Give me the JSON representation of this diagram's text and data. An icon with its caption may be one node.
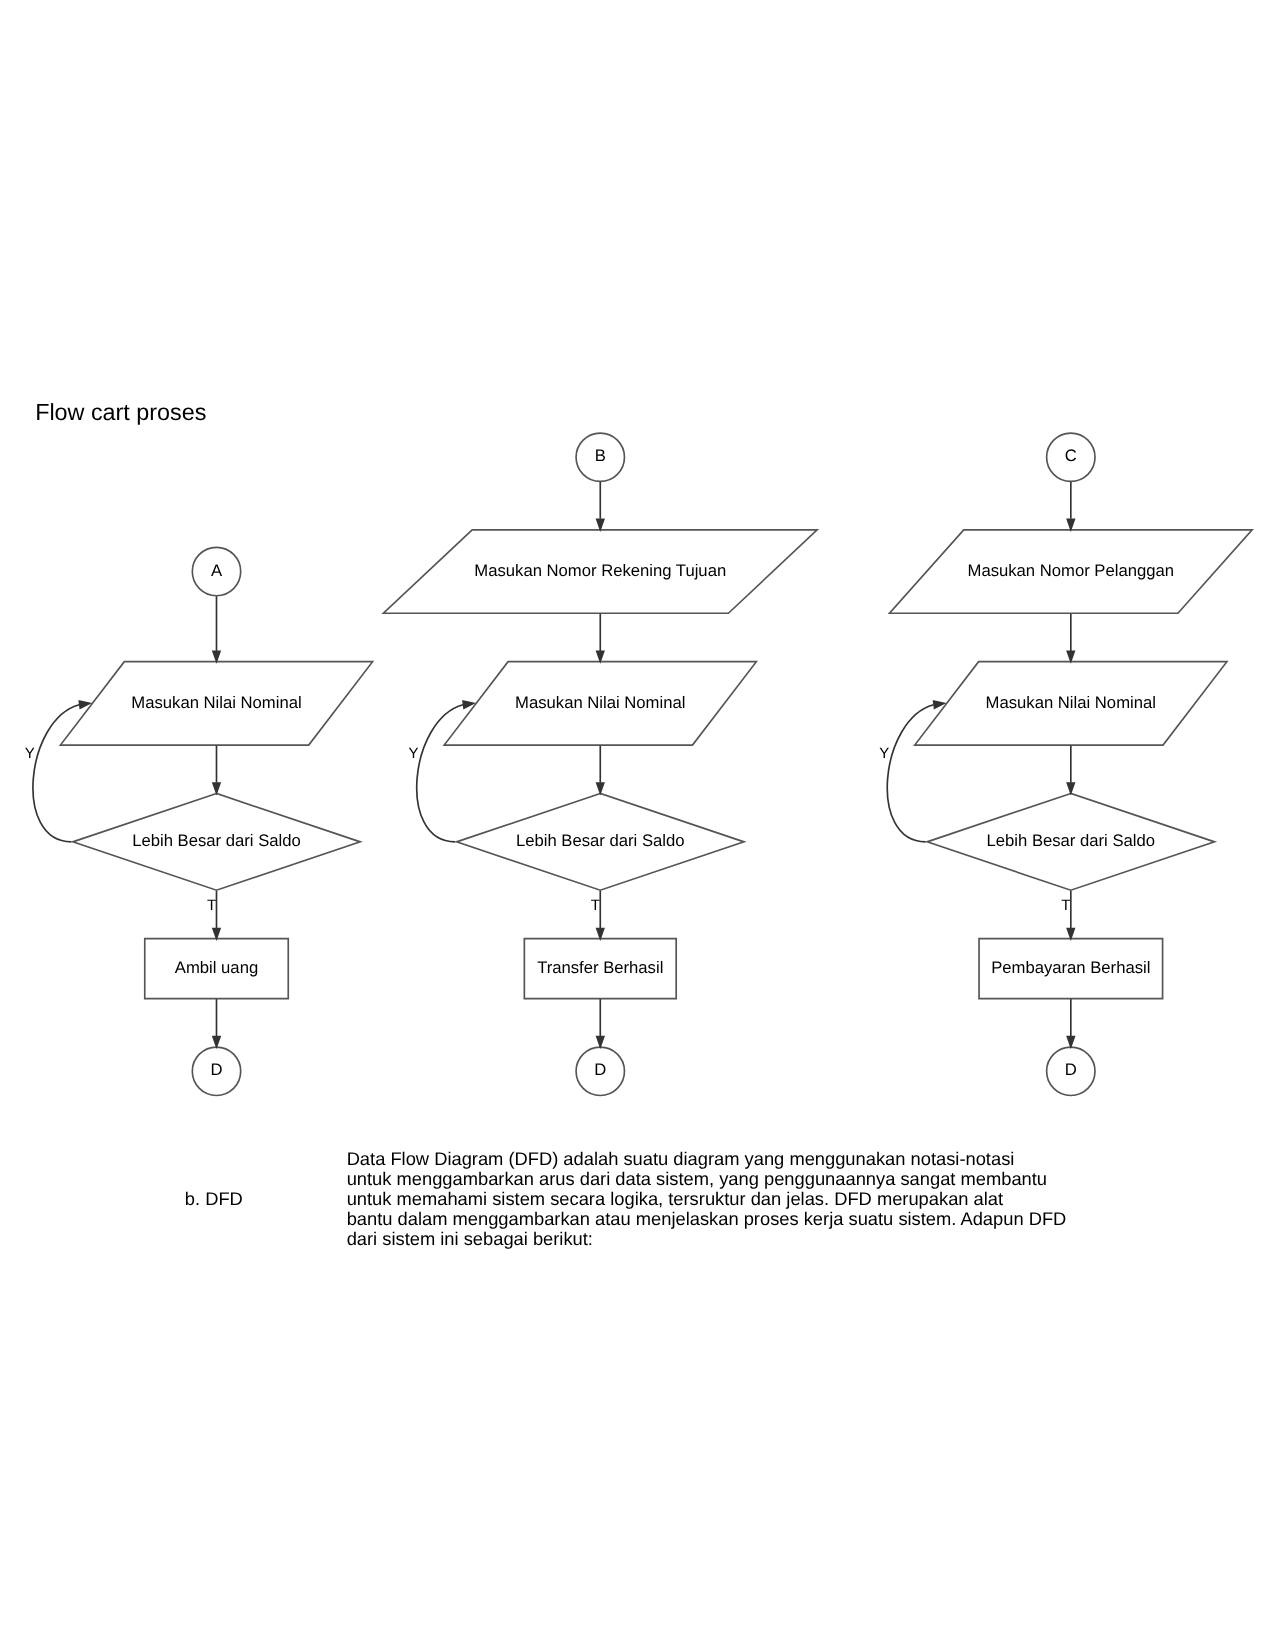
{
  "diagram": {
    "title": "Flow cart proses",
    "nodes": [
      {
        "text": [
          "A"
        ]
      },
      {
        "text": [
          "Masukan Nilai Nominal"
        ]
      },
      {
        "text": [
          "Lebih Besar dari Saldo"
        ]
      },
      {
        "text": [
          "Ambil uang"
        ]
      },
      {
        "text": [
          "D"
        ]
      },
      {
        "text": [
          "B"
        ]
      },
      {
        "text": [
          "Masukan Nomor Rekening Tujuan"
        ]
      },
      {
        "text": [
          "Masukan Nilai Nominal"
        ]
      },
      {
        "text": [
          "Lebih Besar dari Saldo"
        ]
      },
      {
        "text": [
          "Transfer Berhasil"
        ]
      },
      {
        "text": [
          "D"
        ]
      },
      {
        "text": [
          "C"
        ]
      },
      {
        "text": [
          "Masukan Nomor Pelanggan"
        ]
      },
      {
        "text": [
          "Masukan Nilai Nominal"
        ]
      },
      {
        "text": [
          "Lebih Besar dari Saldo"
        ]
      },
      {
        "text": [
          "Pembayaran Berhasil"
        ]
      },
      {
        "text": [
          "D"
        ]
      }
    ],
    "edges": [
      {
        "from": 0,
        "to": 1,
        "arrow": "to"
      },
      {
        "from": 1,
        "to": 2,
        "arrow": "to"
      },
      {
        "from": 2,
        "to": 1,
        "arrow": "to",
        "label": "Y"
      },
      {
        "from": 2,
        "to": 3,
        "arrow": "to",
        "label": "T"
      },
      {
        "from": 3,
        "to": 4,
        "arrow": "to"
      },
      {
        "from": 5,
        "to": 6,
        "arrow": "to"
      },
      {
        "from": 6,
        "to": 7,
        "arrow": "to"
      },
      {
        "from": 7,
        "to": 8,
        "arrow": "to"
      },
      {
        "from": 8,
        "to": 7,
        "arrow": "to",
        "label": "Y"
      },
      {
        "from": 8,
        "to": 9,
        "arrow": "to",
        "label": "T"
      },
      {
        "from": 9,
        "to": 10,
        "arrow": "to"
      },
      {
        "from": 11,
        "to": 12,
        "arrow": "to"
      },
      {
        "from": 12,
        "to": 13,
        "arrow": "to"
      },
      {
        "from": 13,
        "to": 14,
        "arrow": "to"
      },
      {
        "from": 14,
        "to": 13,
        "arrow": "to",
        "label": "Y"
      },
      {
        "from": 14,
        "to": 15,
        "arrow": "to",
        "label": "T"
      },
      {
        "from": 15,
        "to": 16,
        "arrow": "to"
      }
    ],
    "labels": [
      "b. DFD",
      "Data Flow Diagram (DFD) adalah suatu diagram yang menggunakan notasi-notasi untuk menggambarkan arus dari data sistem, yang penggunaannya sangat membantu untuk memahami sistem secara logika, tersruktur dan jelas. DFD merupakan alat bantu dalam menggambarkan atau menjelaskan proses kerja suatu sistem. Adapun DFD dari sistem ini sebagai berikut:"
    ]
  }
}
